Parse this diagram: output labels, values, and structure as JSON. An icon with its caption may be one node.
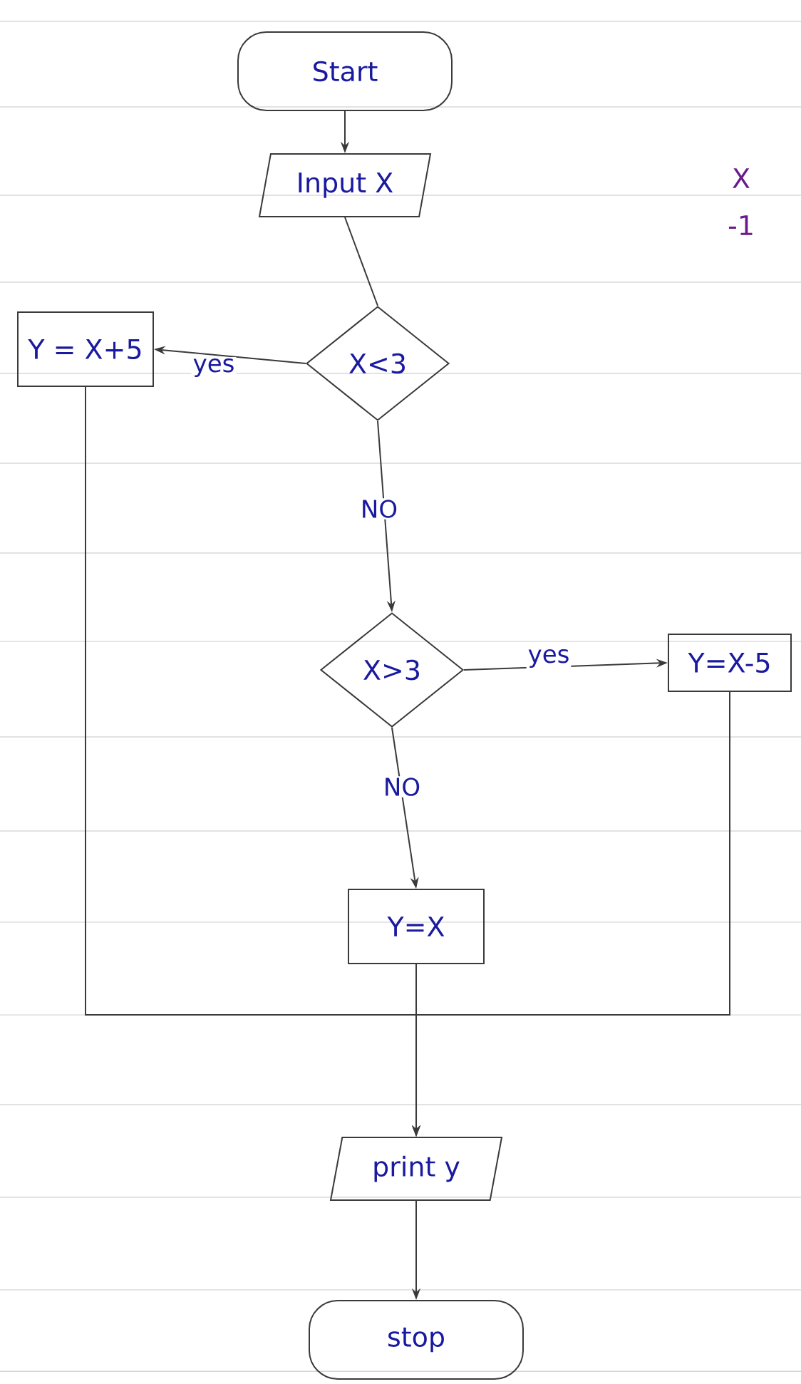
{
  "diagram": {
    "nodes": [
      {
        "text": [
          "Start"
        ]
      },
      {
        "text": [
          "Input X"
        ]
      },
      {
        "text": [
          "Y = X+5"
        ]
      },
      {
        "text": [
          "X<3"
        ]
      },
      {
        "text": [
          "X>3"
        ]
      },
      {
        "text": [
          "Y=X-5"
        ]
      },
      {
        "text": [
          "Y=X"
        ]
      },
      {
        "text": [
          "print y"
        ]
      },
      {
        "text": [
          "stop"
        ]
      }
    ],
    "edges": [
      {
        "from": 0,
        "to": 1,
        "arrow": "to"
      },
      {
        "from": 1,
        "to": 3,
        "arrow": "none"
      },
      {
        "from": 3,
        "to": 2,
        "arrow": "to",
        "label": "yes"
      },
      {
        "from": 3,
        "to": 4,
        "arrow": "to",
        "label": "NO"
      },
      {
        "from": 4,
        "to": 5,
        "arrow": "to",
        "label": "yes"
      },
      {
        "from": 4,
        "to": 6,
        "arrow": "to",
        "label": "NO"
      },
      {
        "from": 2,
        "to": 7,
        "arrow": "to"
      },
      {
        "from": 6,
        "to": 7,
        "arrow": "to"
      },
      {
        "from": 5,
        "to": 7,
        "arrow": "to"
      },
      {
        "from": 7,
        "to": 8,
        "arrow": "to"
      }
    ],
    "labels": [
      "X",
      "-1"
    ]
  }
}
